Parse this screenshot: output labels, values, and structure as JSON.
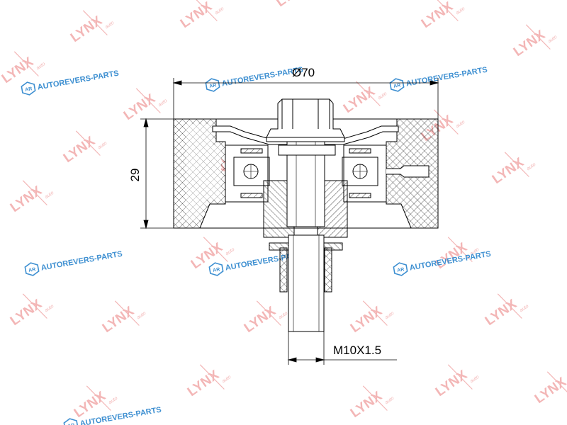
{
  "dimensions": {
    "diameter": "Ø70",
    "height": "29",
    "thread": "M10X1.5"
  },
  "watermarks": {
    "lynx_text": "LYNX",
    "lynx_sub": "auto",
    "ar_text": "AUTOREVERS-PARTS",
    "ar_mark": "AR"
  },
  "colors": {
    "lynx_watermark": "#f3b6b6",
    "ar_watermark": "#3d8fd1",
    "line": "#000000"
  }
}
